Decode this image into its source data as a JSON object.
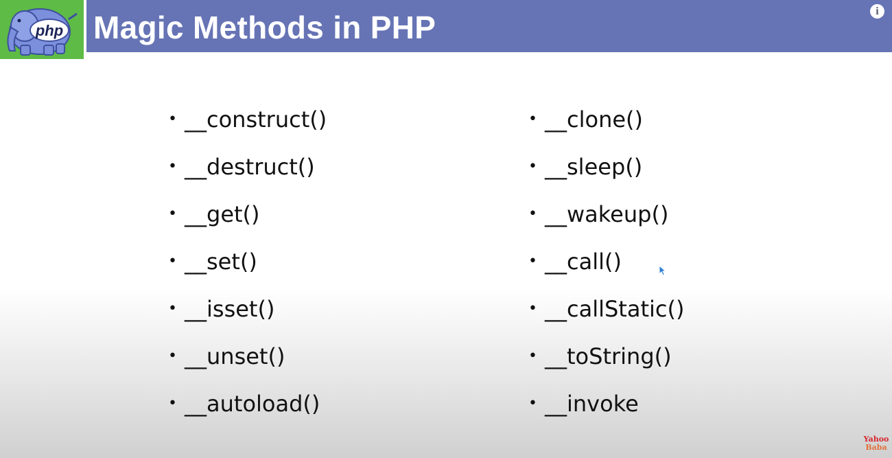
{
  "logo": {
    "text": "php"
  },
  "header": {
    "title": "Magic Methods in PHP",
    "info_icon": "i"
  },
  "left_column": [
    "__construct()",
    "__destruct()",
    "__get()",
    "__set()",
    "__isset()",
    "__unset()",
    "__autoload()"
  ],
  "right_column": [
    "__clone()",
    "__sleep()",
    "__wakeup()",
    "__call()",
    "__callStatic()",
    "__toString()",
    "__invoke"
  ],
  "bullet": "•",
  "watermark": {
    "line1": "Yahoo",
    "line2": "Baba"
  },
  "colors": {
    "title_bar": "#6674b5",
    "logo_bg": "#5dbb46",
    "elephant": "#6f86d6",
    "text": "#111111"
  },
  "icons": {
    "logo": "php-elephant-icon",
    "info": "info-icon",
    "cursor": "mouse-pointer-icon"
  }
}
